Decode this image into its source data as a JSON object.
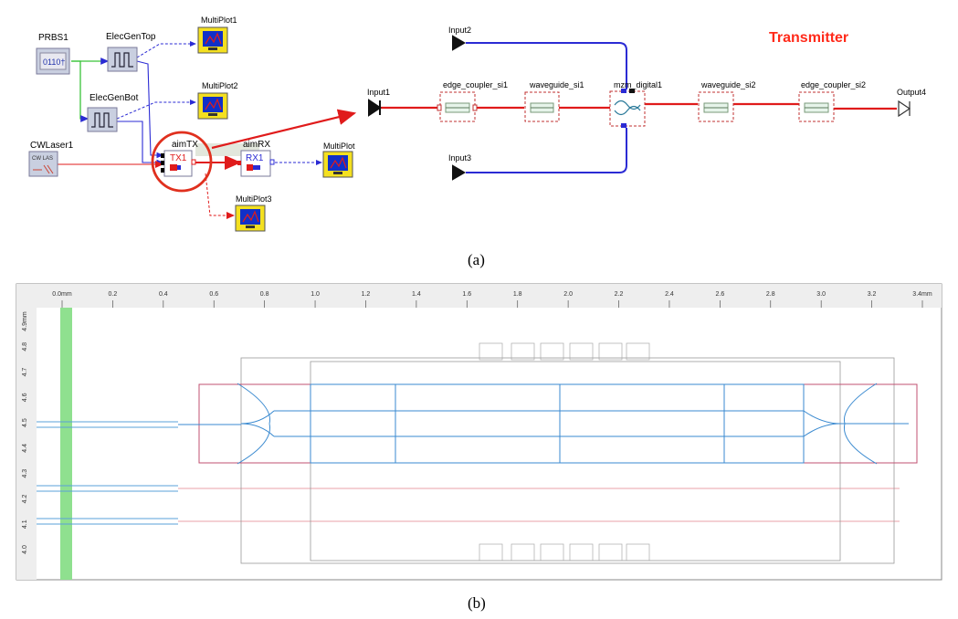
{
  "colors": {
    "elec_wire": "#2b2bd4",
    "optical_wire": "#e01b1b",
    "green_wire": "#39c439",
    "highlight": "#e0301e",
    "monitor_bg": "#1030c8",
    "monitor_frame": "#f4e020",
    "gds_grid": "#a8c8e8",
    "gds_bar": "#8fe08f",
    "title_red": "#ff2a1a"
  },
  "panel_a": {
    "caption": "(a)",
    "system": {
      "prbs_label": "PRBS1",
      "prbs_glyph": "0110†",
      "elec_gen_top": "ElecGenTop",
      "elec_gen_bot": "ElecGenBot",
      "multiplot1": "MultiPlot1",
      "multiplot2": "MultiPlot2",
      "multiplot3": "MultiPlot3",
      "multiplot": "MultiPlot",
      "cw_laser": "CWLaser1",
      "cw_laser_inner": "CW LAS",
      "aim_tx": "aimTX",
      "tx1": "TX1",
      "aim_rx": "aimRX",
      "rx1": "RX1"
    },
    "transmitter": {
      "title": "Transmitter",
      "input1": "Input1",
      "input2": "Input2",
      "input3": "Input3",
      "output4": "Output4",
      "edge_coupler_1": "edge_coupler_si1",
      "waveguide_1": "waveguide_si1",
      "mzm": "mzm_digital1",
      "waveguide_2": "waveguide_si2",
      "edge_coupler_2": "edge_coupler_si2"
    }
  },
  "panel_b": {
    "caption": "(b)",
    "ruler_x": [
      "0.0mm",
      "0.2",
      "0.4",
      "0.6",
      "0.8",
      "1.0",
      "1.2",
      "1.4",
      "1.6",
      "1.8",
      "2.0",
      "2.2",
      "2.4",
      "2.6",
      "2.8",
      "3.0",
      "3.2",
      "3.4mm"
    ],
    "ruler_y": [
      "4.9mm",
      "4.8",
      "4.7",
      "4.6",
      "4.5",
      "4.4",
      "4.3",
      "4.2",
      "4.1",
      "4.0"
    ]
  }
}
